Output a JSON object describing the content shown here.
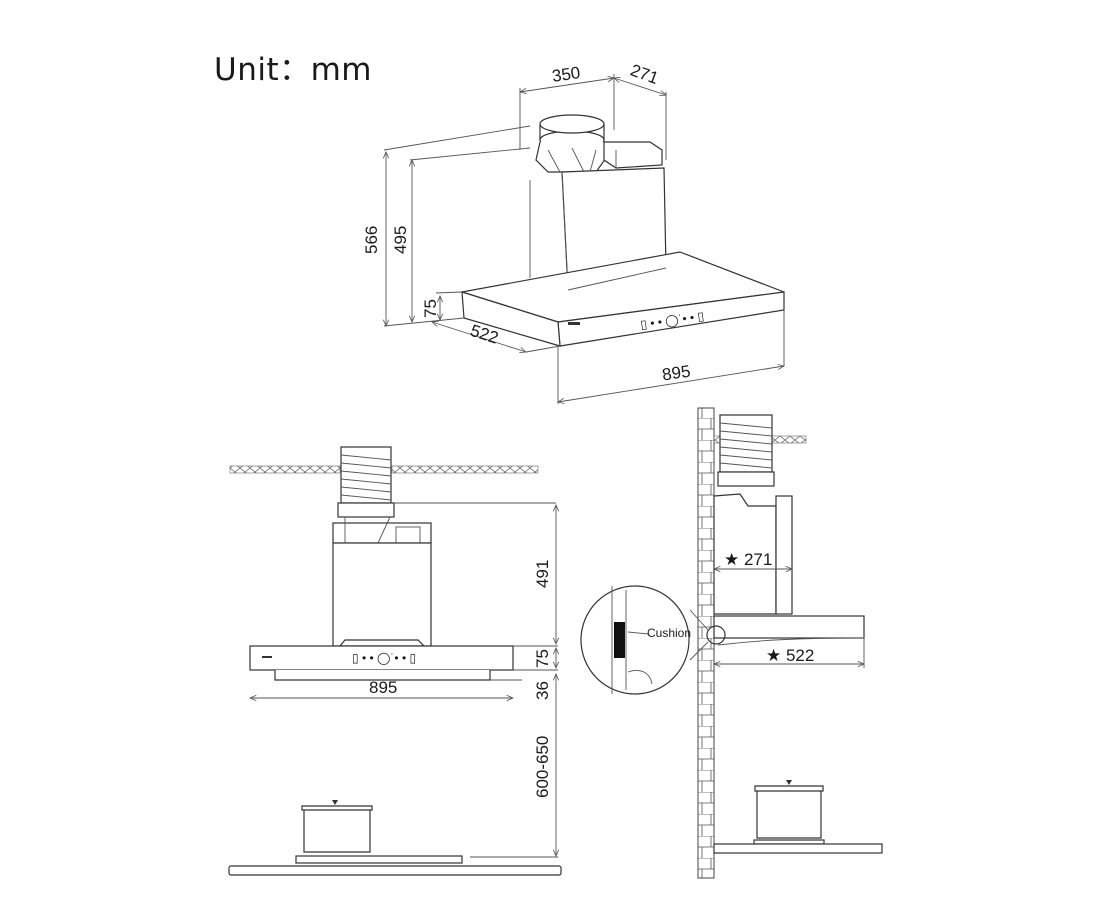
{
  "title": "Unit：mm",
  "unit": "mm",
  "views": {
    "isometric": {
      "dim_width_top": "350",
      "dim_depth_top": "271",
      "dim_total_height": "566",
      "dim_chimney_height": "495",
      "dim_canopy_height": "75",
      "dim_canopy_depth": "522",
      "dim_canopy_width": "895"
    },
    "front": {
      "dim_chimney_height": "491",
      "dim_canopy_height": "75",
      "dim_lower_lip": "36",
      "dim_install_height": "600-650",
      "dim_canopy_width": "895"
    },
    "side": {
      "dim_chimney_depth": "★ 271",
      "dim_canopy_depth": "★ 522",
      "callout_label": "Cushion"
    }
  },
  "colors": {
    "line": "#333333",
    "background": "#ffffff",
    "cushion": "#111111"
  }
}
